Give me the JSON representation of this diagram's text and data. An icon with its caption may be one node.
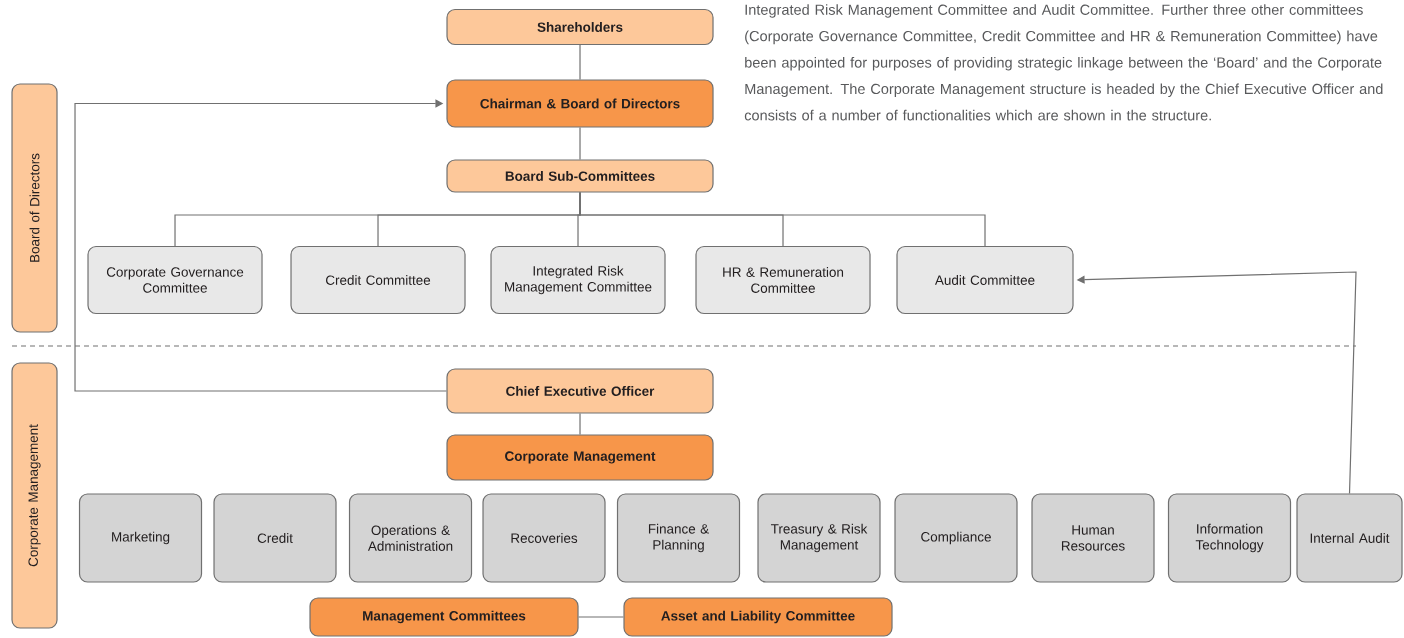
{
  "diagram": {
    "nodes": [
      {
        "text": [
          "Board of Directors"
        ]
      },
      {
        "text": [
          "Corporate Management"
        ]
      },
      {
        "text": [
          "Shareholders"
        ]
      },
      {
        "text": [
          "Chairman & Board of Directors"
        ]
      },
      {
        "text": [
          "Board Sub-Committees"
        ]
      },
      {
        "text": [
          "Corporate Governance Committee"
        ]
      },
      {
        "text": [
          "Credit Committee"
        ]
      },
      {
        "text": [
          "Integrated Risk Management Committee"
        ]
      },
      {
        "text": [
          "HR & Remuneration Committee"
        ]
      },
      {
        "text": [
          "Audit Committee"
        ]
      },
      {
        "text": [
          "Chief Executive Officer"
        ]
      },
      {
        "text": [
          "Corporate Management"
        ]
      },
      {
        "text": [
          "Marketing"
        ]
      },
      {
        "text": [
          "Credit"
        ]
      },
      {
        "text": [
          "Operations & Administration"
        ]
      },
      {
        "text": [
          "Recoveries"
        ]
      },
      {
        "text": [
          "Finance & Planning"
        ]
      },
      {
        "text": [
          "Treasury & Risk Management"
        ]
      },
      {
        "text": [
          "Compliance"
        ]
      },
      {
        "text": [
          "Human Resources"
        ]
      },
      {
        "text": [
          "Information Technology"
        ]
      },
      {
        "text": [
          "Internal Audit"
        ]
      },
      {
        "text": [
          "Management Committees"
        ]
      },
      {
        "text": [
          "Asset and Liability Committee"
        ]
      }
    ],
    "edges": [
      {
        "from": 2,
        "to": 3,
        "arrow": "none"
      },
      {
        "from": 3,
        "to": 4,
        "arrow": "none"
      },
      {
        "from": 4,
        "to": 5,
        "arrow": "none"
      },
      {
        "from": 4,
        "to": 6,
        "arrow": "none"
      },
      {
        "from": 4,
        "to": 7,
        "arrow": "none"
      },
      {
        "from": 4,
        "to": 8,
        "arrow": "none"
      },
      {
        "from": 4,
        "to": 9,
        "arrow": "none"
      },
      {
        "from": 10,
        "to": 3,
        "arrow": "to"
      },
      {
        "from": 10,
        "to": 11,
        "arrow": "none"
      },
      {
        "from": 21,
        "to": 9,
        "arrow": "to"
      },
      {
        "from": 22,
        "to": 23,
        "arrow": "none"
      }
    ],
    "labels": [
      "Integrated Risk Management Committee and Audit Committee. Further three other committees (Corporate Governance Committee, Credit Committee and HR & Remuneration Committee) have been appointed for purposes of providing strategic linkage between the ‘Board’ and the Corporate Management. The Corporate Management structure is headed by the Chief Executive Officer and consists of a number of functionalities which are shown in the structure."
    ]
  }
}
